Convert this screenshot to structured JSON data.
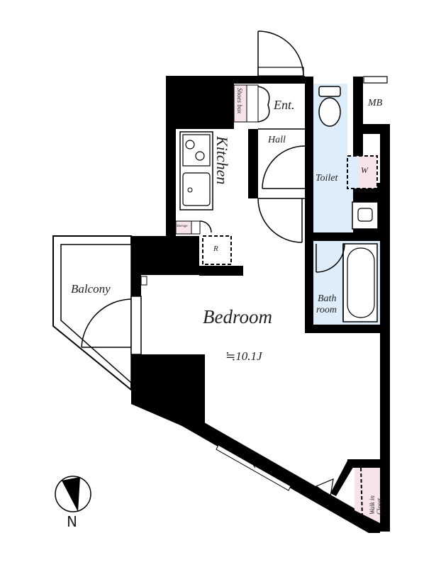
{
  "plan": {
    "rooms": {
      "bedroom": {
        "label": "Bedroom",
        "area": "≒10.1J"
      },
      "kitchen": {
        "label": "Kitchen"
      },
      "balcony": {
        "label": "Balcony"
      },
      "entrance": {
        "label": "Ent."
      },
      "hall": {
        "label": "Hall"
      },
      "toilet": {
        "label": "Toilet"
      },
      "bathroom": {
        "label_line1": "Bath",
        "label_line2": "room"
      },
      "mb": {
        "label": "MB"
      },
      "walk_in_closet": {
        "label_line1": "Walk in",
        "label_line2": "Closet"
      },
      "shoes_box": {
        "label": "Shoes box"
      },
      "storage": {
        "label": "Storage"
      },
      "refrigerator": {
        "label": "R"
      },
      "washer": {
        "label": "W"
      }
    },
    "compass": {
      "label": "N"
    },
    "colors": {
      "wall": "#000000",
      "wet_area": "#ddeefa",
      "storage_pink": "#f6e4ea",
      "background": "#ffffff"
    }
  }
}
